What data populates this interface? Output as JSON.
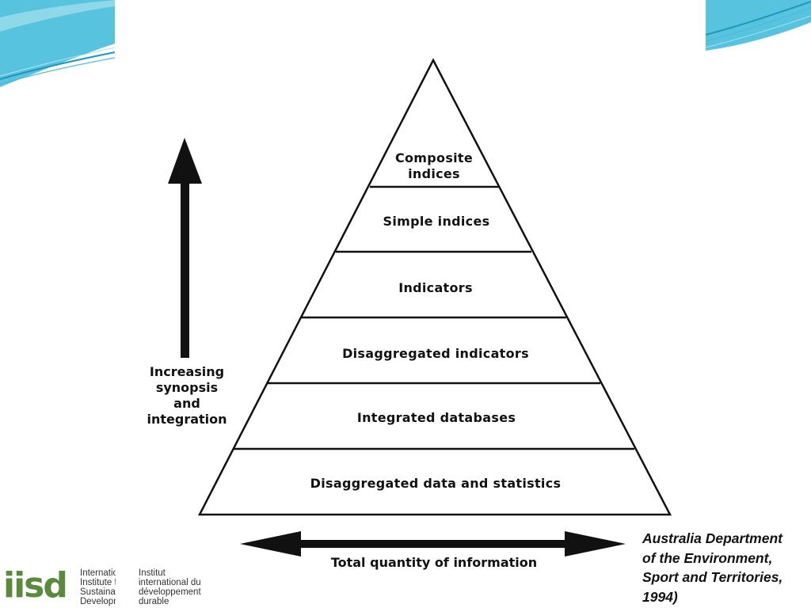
{
  "diagram": {
    "layers": [
      {
        "lines": [
          "Composite",
          "indices"
        ]
      },
      {
        "lines": [
          "Simple indices"
        ]
      },
      {
        "lines": [
          "Indicators"
        ]
      },
      {
        "lines": [
          "Disaggregated indicators"
        ]
      },
      {
        "lines": [
          "Integrated databases"
        ]
      },
      {
        "lines": [
          "Disaggregated data and statistics"
        ]
      }
    ],
    "vertical_arrow_label": [
      "Increasing",
      "synopsis",
      "and",
      "integration"
    ],
    "horizontal_arrow_label": "Total quantity of information"
  },
  "citation": {
    "lines": [
      "Australia Department",
      "of the Environment,",
      "Sport and Territories,",
      "1994)"
    ]
  },
  "logo": {
    "mark": "iisd",
    "english_lines": [
      "International",
      "Institute for",
      "Sustainable",
      "Development"
    ],
    "french_lines": [
      "Institut",
      "international du",
      "développement",
      "durable"
    ]
  },
  "colors": {
    "accent_teal": "#29a7c9",
    "logo_green": "#5b8a3c"
  }
}
